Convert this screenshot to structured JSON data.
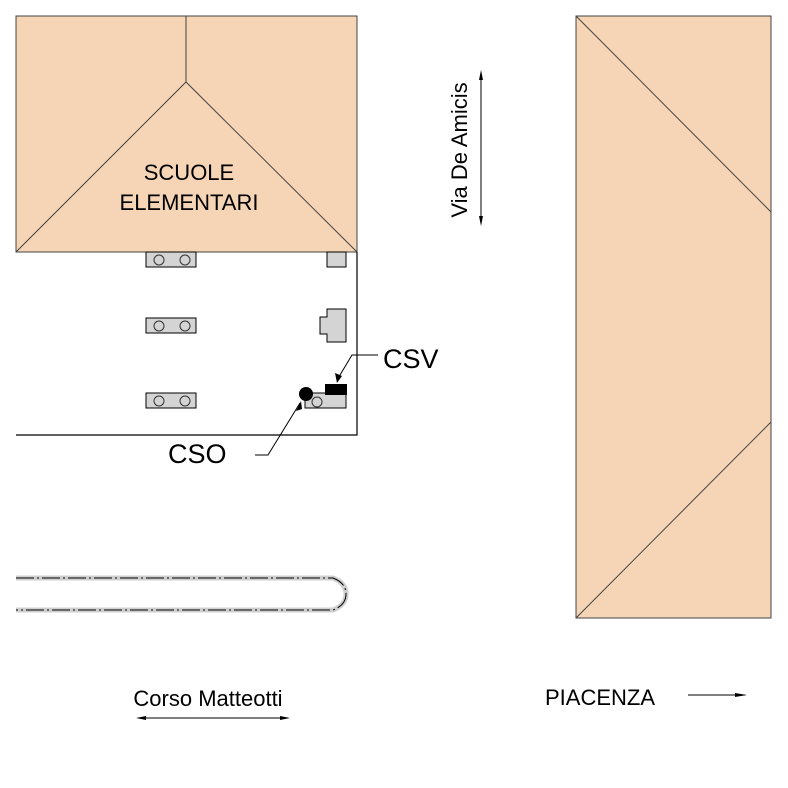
{
  "colors": {
    "building_fill": "#F5D5B5",
    "equipment_fill": "#D4D4D4",
    "road_line": "#CFCFCF",
    "ink": "#000000"
  },
  "buildings": {
    "school": {
      "label_line1": "SCUOLE",
      "label_line2": "ELEMENTARI"
    }
  },
  "labels": {
    "csv": "CSV",
    "cso": "CSO",
    "street_via_de_amicis": "Via De Amicis",
    "street_corso_matteotti": "Corso Matteotti",
    "direction_piacenza": "PIACENZA"
  }
}
